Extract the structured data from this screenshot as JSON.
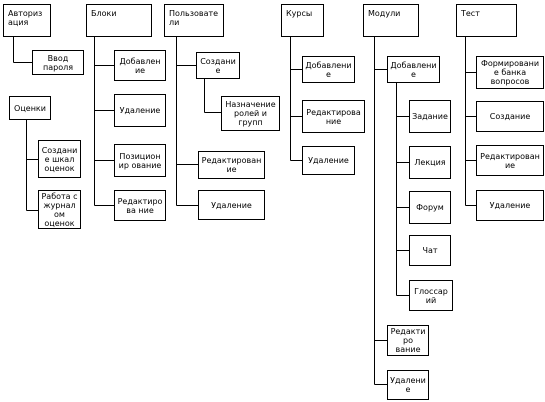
{
  "nodes": {
    "authorization": "Авторизация",
    "password_input": "Ввод пароля",
    "grades": "Оценки",
    "create_grade_scale": "Создание шкал оценок",
    "gradebook_work": "Работа с журналом оценок",
    "blocks": "Блоки",
    "blocks_add": "Добавление",
    "blocks_delete": "Удаление",
    "blocks_position": "Позиционир ование",
    "blocks_edit": "Редактирова ние",
    "users": "Пользователи",
    "users_create": "Создание",
    "users_roles": "Назначение ролей и групп",
    "users_edit": "Редактирование",
    "users_delete": "Удаление",
    "courses": "Курсы",
    "courses_add": "Добавление",
    "courses_edit": "Редактирование",
    "courses_delete": "Удаление",
    "modules": "Модули",
    "modules_add": "Добавление",
    "module_task": "Задание",
    "module_lecture": "Лекция",
    "module_forum": "Форум",
    "module_chat": "Чат",
    "module_glossary": "Глоссарий",
    "modules_edit": "Редактиро вание",
    "modules_delete": "Удаление",
    "test": "Тест",
    "test_question_bank": "Формирование банка вопросов",
    "test_create": "Создание",
    "test_edit": "Редактирование",
    "test_delete": "Удаление"
  }
}
